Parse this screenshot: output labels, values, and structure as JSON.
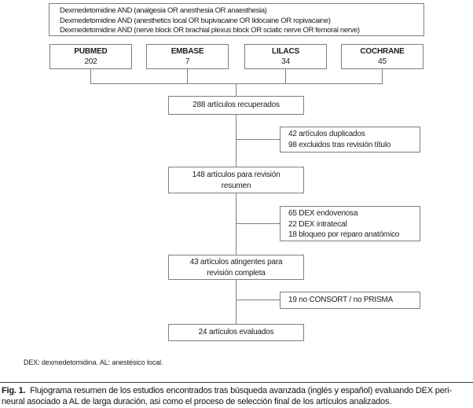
{
  "flowchart": {
    "query_box": {
      "lines": [
        "Dexmedetomidine AND (analgesia OR anesthesia OR anaesthesia)",
        "Dexmedetomidine AND (anesthetics local OR bupivacaine OR lidocaine OR ropivacaine)",
        "Dexmedetomidine AND (nerve block OR brachial plexus block OR sciatic nerve OR femoral nerve)"
      ]
    },
    "databases": [
      {
        "name": "PUBMED",
        "count": "202"
      },
      {
        "name": "EMBASE",
        "count": "7"
      },
      {
        "name": "LILACS",
        "count": "34"
      },
      {
        "name": "COCHRANE",
        "count": "45"
      }
    ],
    "stages": {
      "recovered": "288 artículos recuperados",
      "title_review": [
        "148 artículos para revisión",
        "resumen"
      ],
      "full_review": [
        "43 artículos atingentes para",
        "revisión completa"
      ],
      "evaluated": "24 artículos evaluados"
    },
    "exclusions": [
      {
        "lines": [
          "42 artículos duplicados",
          "98 excluidos tras revisión título"
        ]
      },
      {
        "lines": [
          "65 DEX endovenosa",
          "22 DEX intratecal",
          "18 bloqueo por reparo anatómico"
        ]
      },
      {
        "lines": [
          "19 no CONSORT / no PRISMA"
        ]
      }
    ],
    "footnote": "DEX: dexmedetomidina. AL: anestésico local.",
    "colors": {
      "box_border": "#7f7f7f",
      "text": "#1c1c1c"
    }
  },
  "caption": {
    "label": "Fig. 1.",
    "line1": "Flujograma resumen de los estudios encontrados tras búsqueda avanzada (inglés y español) evaluando DEX peri-",
    "line2": "neural asociado a AL de larga duración, asi como el proceso de selección final de los artículos analizados."
  }
}
